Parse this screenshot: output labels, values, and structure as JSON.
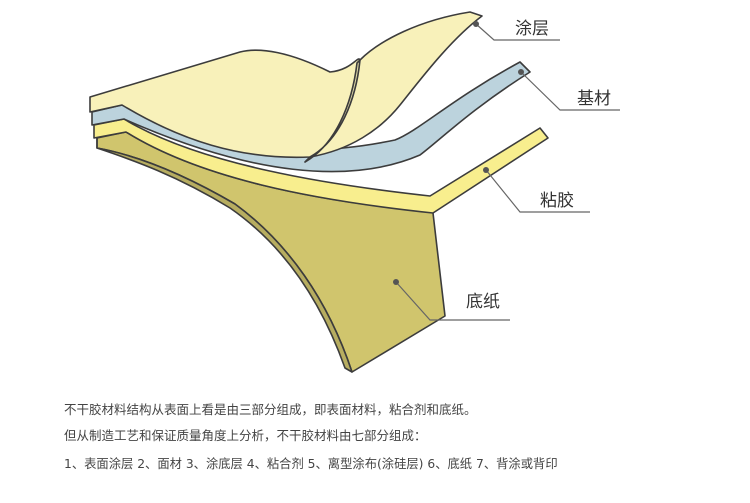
{
  "layers": {
    "coating": {
      "label": "涂层",
      "color": "#f8f1ba"
    },
    "substrate": {
      "label": "基材",
      "color": "#bcd3dd"
    },
    "adhesive": {
      "label": "粘胶",
      "color": "#f8ee8e"
    },
    "liner": {
      "label": "底纸",
      "color": "#d0c56d"
    }
  },
  "description": {
    "line1": "不干胶材料结构从表面上看是由三部分组成，即表面材料，粘合剂和底纸。",
    "line2": "但从制造工艺和保证质量角度上分析，不干胶材料由七部分组成：",
    "line3": "1、表面涂层   2、面材   3、涂底层   4、粘合剂   5、离型涂布(涂硅层)   6、底纸   7、背涂或背印"
  }
}
